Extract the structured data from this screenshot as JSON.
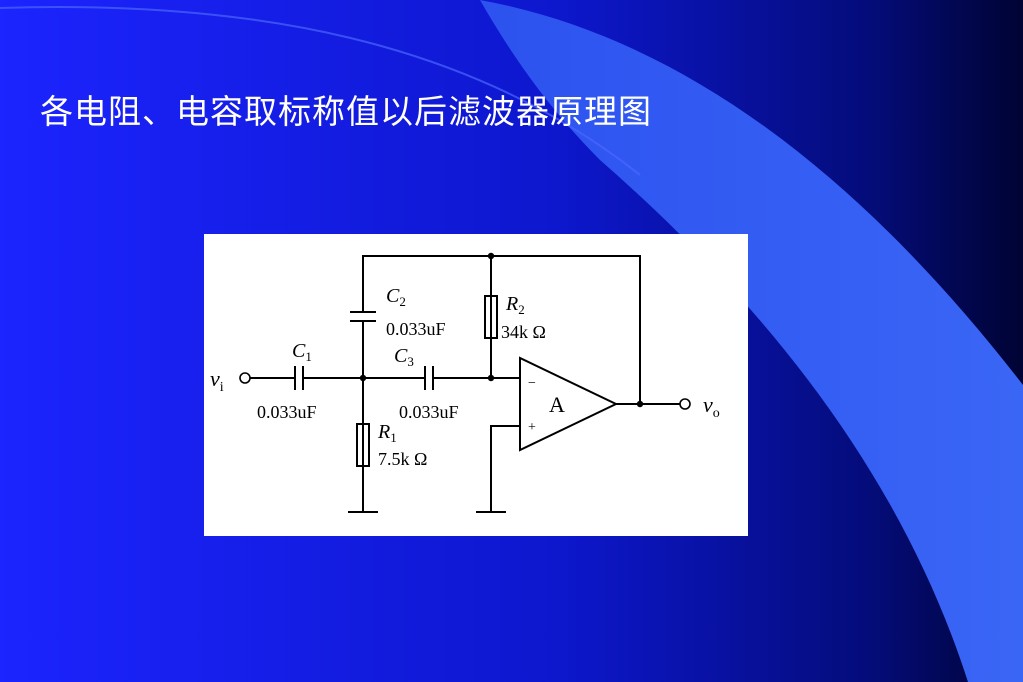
{
  "slide": {
    "title": "各电阻、电容取标称值以后滤波器原理图",
    "colors": {
      "background_left": "#1a22ff",
      "background_right": "#000a55",
      "swoosh": "#3a66ff",
      "panel": "#ffffff",
      "title_text": "#ffffff"
    }
  },
  "circuit": {
    "input": {
      "symbol": "v",
      "subscript": "i"
    },
    "output": {
      "symbol": "v",
      "subscript": "o"
    },
    "c1": {
      "symbol": "C",
      "subscript": "1",
      "value": "0.033uF"
    },
    "c2": {
      "symbol": "C",
      "subscript": "2",
      "value": "0.033uF"
    },
    "c3": {
      "symbol": "C",
      "subscript": "3",
      "value": "0.033uF"
    },
    "r1": {
      "symbol": "R",
      "subscript": "1",
      "value": "7.5k Ω"
    },
    "r2": {
      "symbol": "R",
      "subscript": "2",
      "value": "34k Ω"
    },
    "opamp": {
      "label": "A",
      "inverting": "−",
      "noninverting": "+"
    }
  }
}
